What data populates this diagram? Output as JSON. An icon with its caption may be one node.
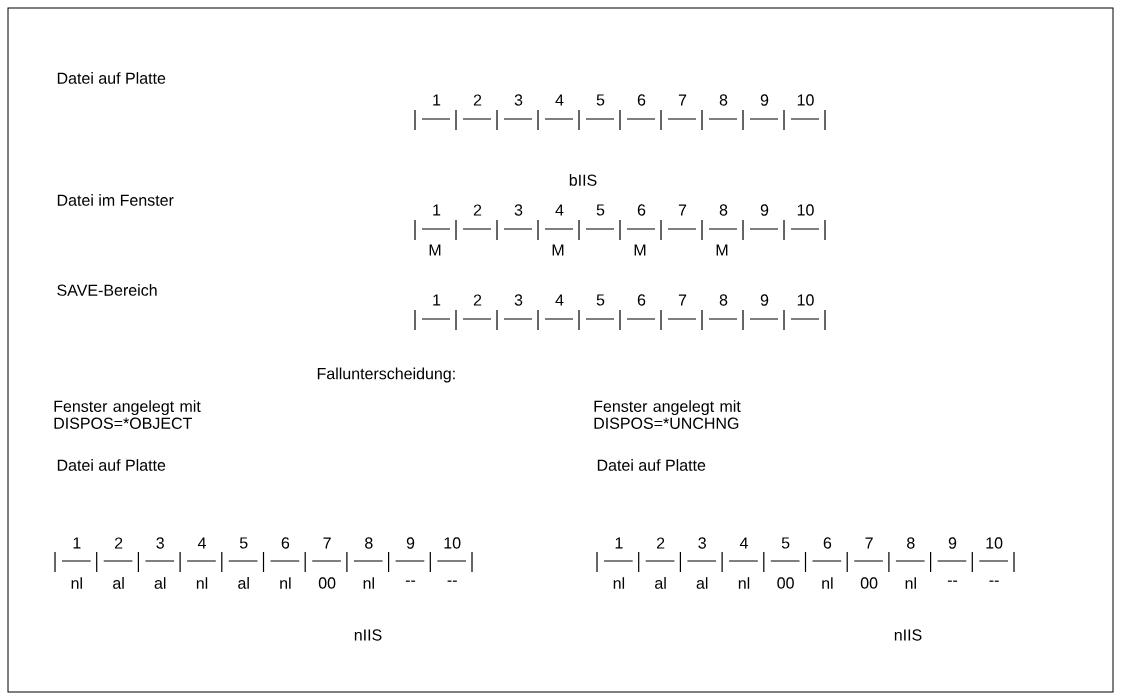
{
  "diagram": {
    "labels": [
      "Datei auf Platte",
      "1",
      "2",
      "3",
      "4",
      "5",
      "6",
      "7",
      "8",
      "9",
      "10",
      "bIIS",
      "Datei im Fenster",
      "1",
      "2",
      "3",
      "4",
      "5",
      "6",
      "7",
      "8",
      "9",
      "10",
      "M",
      "M",
      "M",
      "M",
      "SAVE-Bereich",
      "1",
      "2",
      "3",
      "4",
      "5",
      "6",
      "7",
      "8",
      "9",
      "10",
      "Fallunterscheidung:",
      "Fenster angelegt mit DISPOS=*OBJECT",
      "Fenster angelegt mit DISPOS=*UNCHNG",
      "Datei auf Platte",
      "Datei auf Platte",
      "1",
      "2",
      "3",
      "4",
      "5",
      "6",
      "7",
      "8",
      "9",
      "10",
      "1",
      "2",
      "3",
      "4",
      "5",
      "6",
      "7",
      "8",
      "9",
      "10",
      "nl",
      "al",
      "al",
      "nl",
      "al",
      "nl",
      "00",
      "nl",
      "--",
      "--",
      "nl",
      "al",
      "al",
      "nl",
      "00",
      "nl",
      "00",
      "nl",
      "--",
      "--",
      "nIIS",
      "nIIS"
    ]
  }
}
